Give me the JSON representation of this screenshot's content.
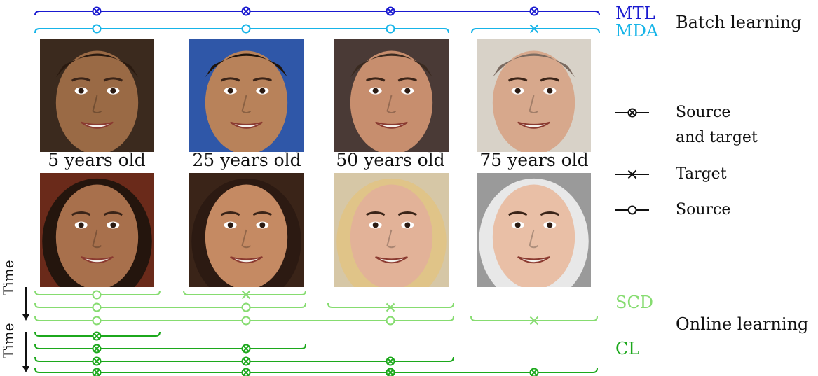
{
  "colors": {
    "mtl": "#1a1ad0",
    "mda": "#16b4e8",
    "scd": "#86dc70",
    "cl": "#1ca81c",
    "text": "#111111"
  },
  "labels": {
    "mtl": "MTL",
    "mda": "MDA",
    "scd": "SCD",
    "cl": "CL",
    "batch": "Batch learning",
    "online": "Online learning",
    "time": "Time"
  },
  "ages": [
    "5 years old",
    "25 years old",
    "50 years old",
    "75 years old"
  ],
  "legend": {
    "source_target_1": "Source",
    "source_target_2": "and target",
    "target": "Target",
    "source": "Source"
  },
  "photos": {
    "top": [
      {
        "name": "boy-5-photo-icon",
        "skin": "#9a6a45",
        "hair": "#2a1a10",
        "bg": "#3b2a1e"
      },
      {
        "name": "man-25-photo-icon",
        "skin": "#b8825a",
        "hair": "#1f140c",
        "bg": "#2f57a8"
      },
      {
        "name": "man-50-photo-icon",
        "skin": "#c78e6e",
        "hair": "#3a2a20",
        "bg": "#4a3a36"
      },
      {
        "name": "man-75-photo-icon",
        "skin": "#d7a88c",
        "hair": "#7a6a60",
        "bg": "#d8d2c8"
      }
    ],
    "bottom": [
      {
        "name": "girl-5-photo-icon",
        "skin": "#a8704c",
        "hair": "#24150d",
        "bg": "#6a2a1a"
      },
      {
        "name": "woman-25-photo-icon",
        "skin": "#c58a63",
        "hair": "#2c1a12",
        "bg": "#3a2418"
      },
      {
        "name": "woman-50-photo-icon",
        "skin": "#e2b298",
        "hair": "#e0c488",
        "bg": "#d6c7a6"
      },
      {
        "name": "woman-75-photo-icon",
        "skin": "#e9bfa6",
        "hair": "#e8e8e8",
        "bg": "#9a9a9a"
      }
    ]
  }
}
